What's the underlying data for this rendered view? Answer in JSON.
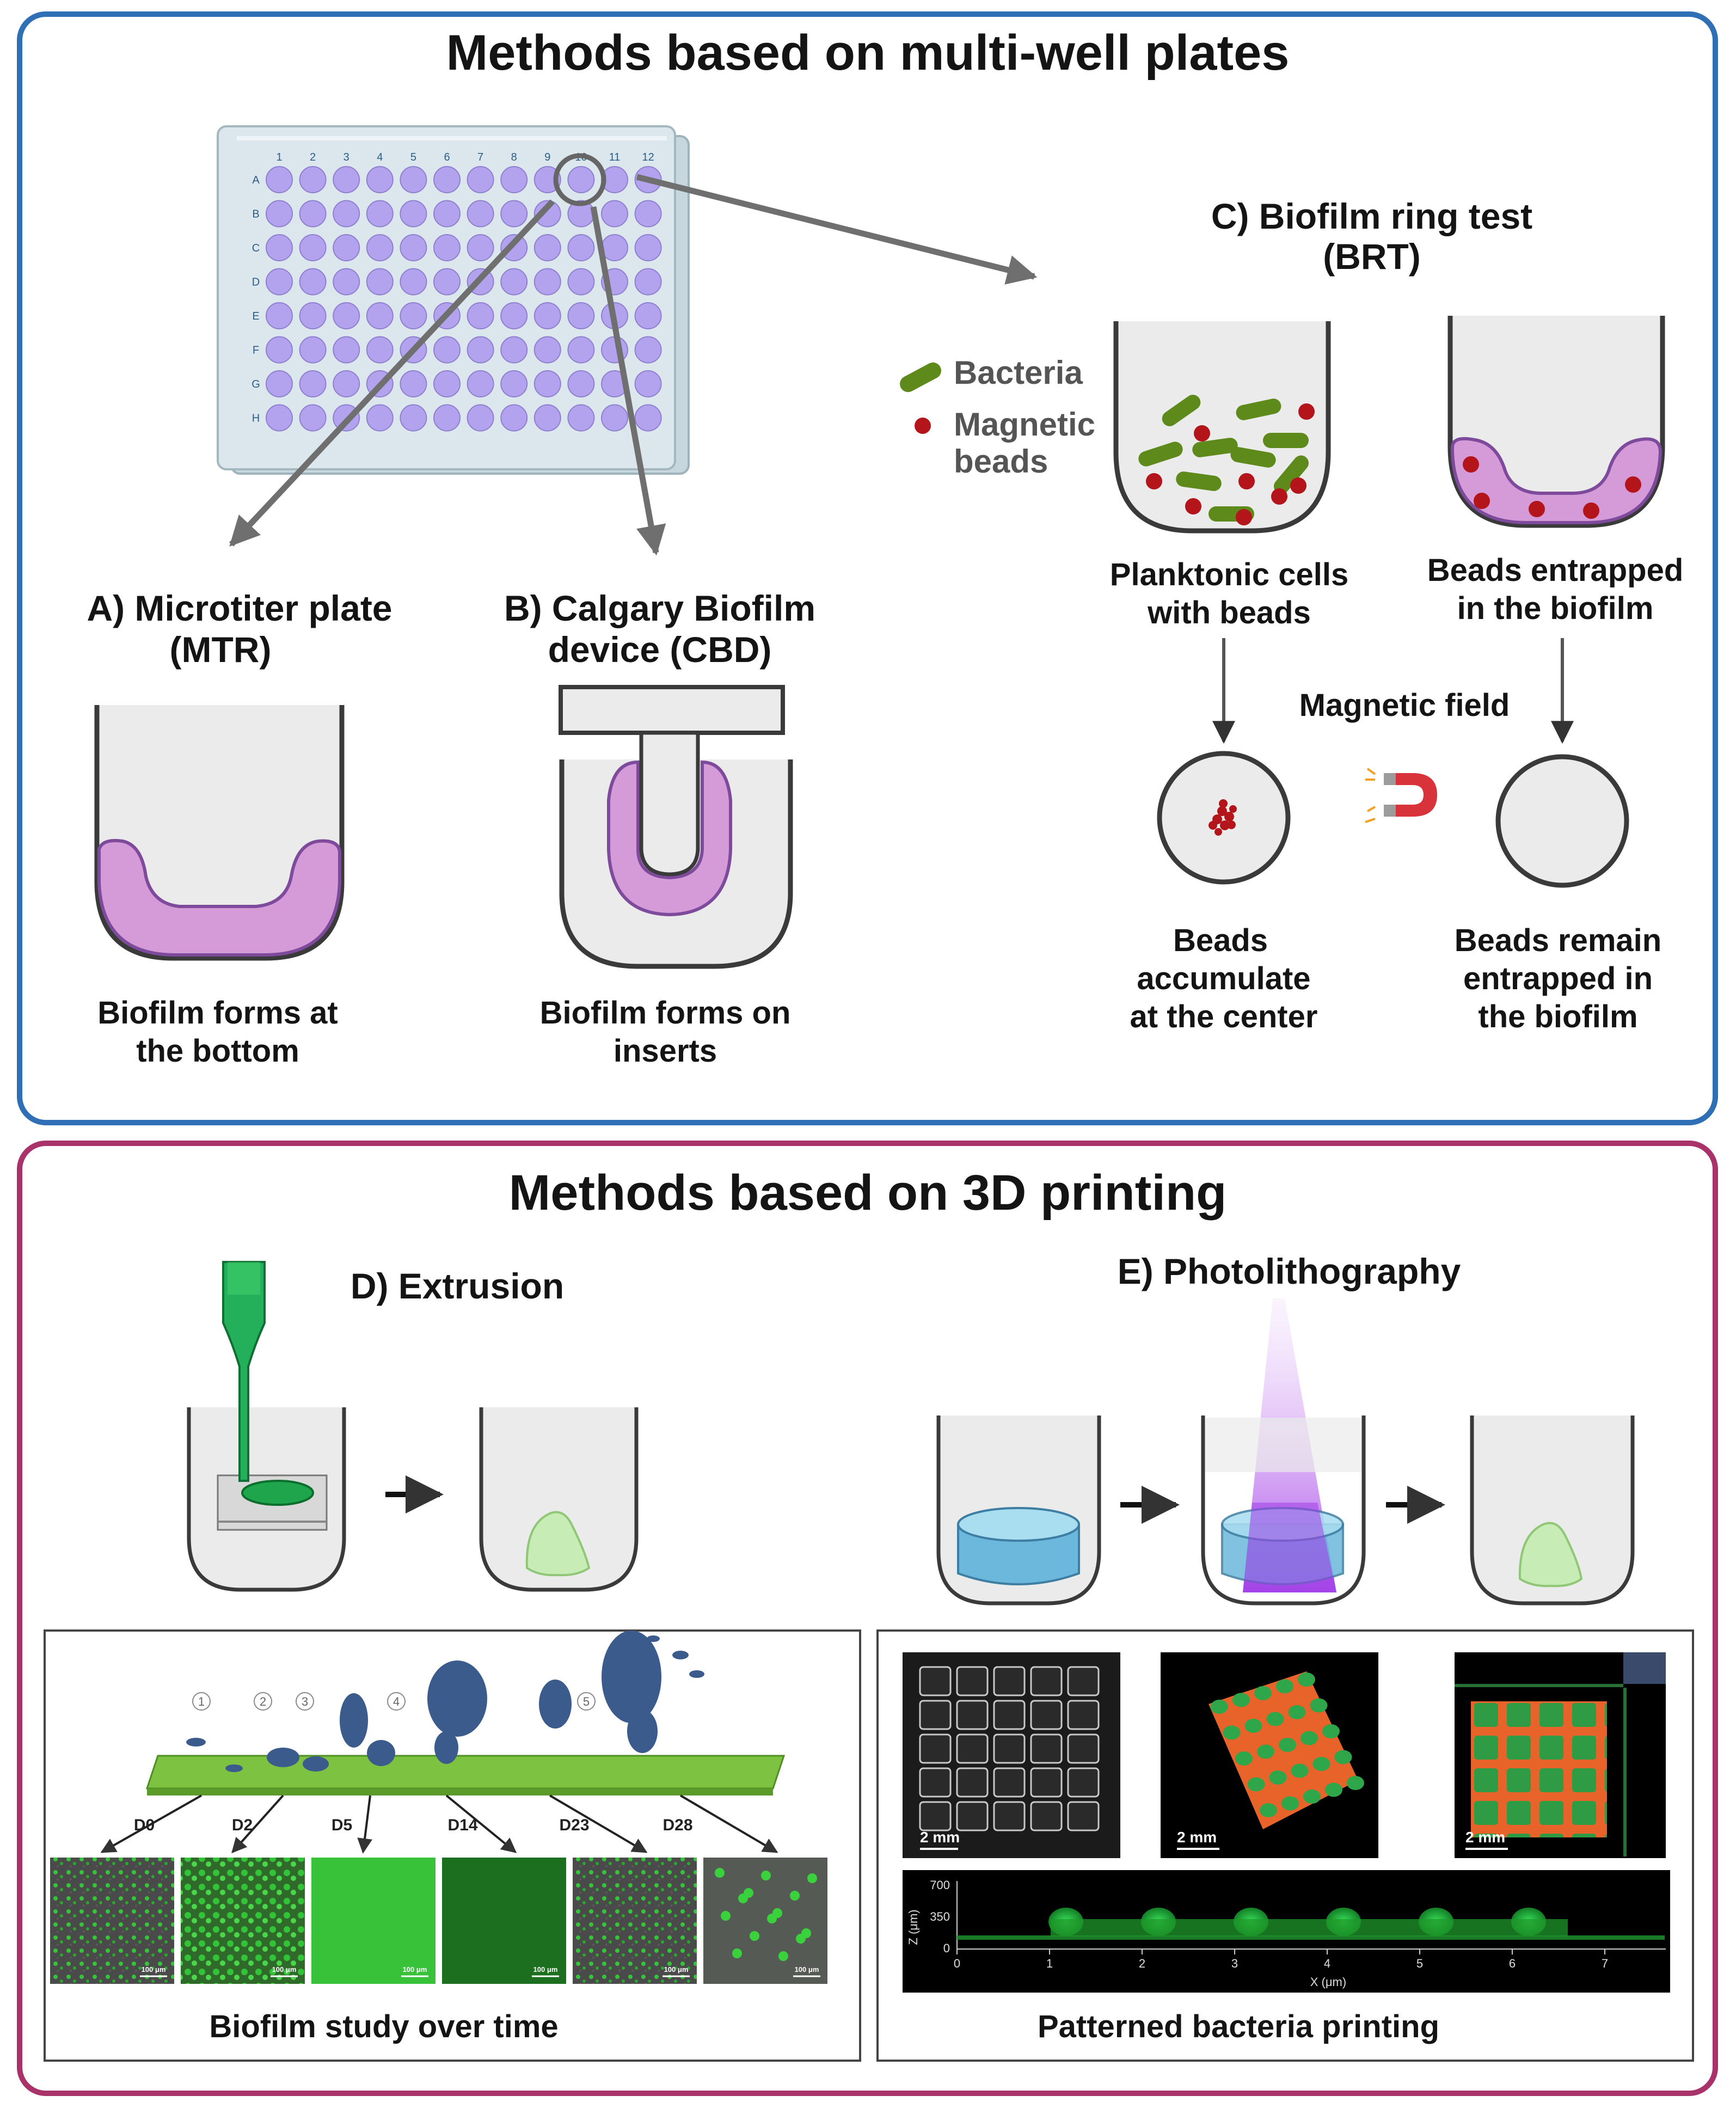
{
  "panels": {
    "top_title": "Methods based on multi-well plates",
    "bottom_title": "Methods based on 3D printing"
  },
  "plate": {
    "columns": [
      "1",
      "2",
      "3",
      "4",
      "5",
      "6",
      "7",
      "8",
      "9",
      "10",
      "11",
      "12"
    ],
    "rows": [
      "A",
      "B",
      "C",
      "D",
      "E",
      "F",
      "G",
      "H"
    ]
  },
  "section_a": {
    "title_line1": "A) Microtiter plate",
    "title_line2": "(MTR)",
    "caption_line1": "Biofilm forms at",
    "caption_line2": "the bottom"
  },
  "section_b": {
    "title_line1": "B) Calgary Biofilm",
    "title_line2": "device (CBD)",
    "caption_line1": "Biofilm forms on",
    "caption_line2": "inserts"
  },
  "section_c": {
    "title_line1": "C) Biofilm ring test",
    "title_line2": "(BRT)",
    "legend_bacteria": "Bacteria",
    "legend_beads_line1": "Magnetic",
    "legend_beads_line2": "beads",
    "left_caption_line1": "Planktonic cells",
    "left_caption_line2": "with beads",
    "right_caption_line1": "Beads entrapped",
    "right_caption_line2": "in the biofilm",
    "magnetic_field": "Magnetic field",
    "result_left_line1": "Beads",
    "result_left_line2": "accumulate",
    "result_left_line3": "at the center",
    "result_right_line1": "Beads remain",
    "result_right_line2": "entrapped in",
    "result_right_line3": "the biofilm"
  },
  "section_d": {
    "title": "D) Extrusion",
    "stages": [
      "1",
      "2",
      "3",
      "4",
      "5"
    ],
    "days": [
      "D0",
      "D2",
      "D5",
      "D14",
      "D23",
      "D28"
    ],
    "scale_label": "100 μm",
    "caption": "Biofilm study over time"
  },
  "section_e": {
    "title": "E) Photolithography",
    "scale_label": "2 mm",
    "z_axis_label": "Z (μm)",
    "z_ticks": [
      "700",
      "350",
      "0"
    ],
    "x_axis_label": "X (μm)",
    "x_ticks": [
      "0",
      "1",
      "2",
      "3",
      "4",
      "5",
      "6",
      "7"
    ],
    "caption": "Patterned bacteria printing"
  },
  "colors": {
    "top_border": "#2e6fb5",
    "bottom_border": "#a8326a",
    "biofilm": "#d59bd8",
    "well_dot": "#b3a3ef",
    "bacteria": "#5d8a1a",
    "bead": "#b3151b",
    "hydrogel": "#8ecfe8",
    "green_print": "#1fbf62"
  }
}
